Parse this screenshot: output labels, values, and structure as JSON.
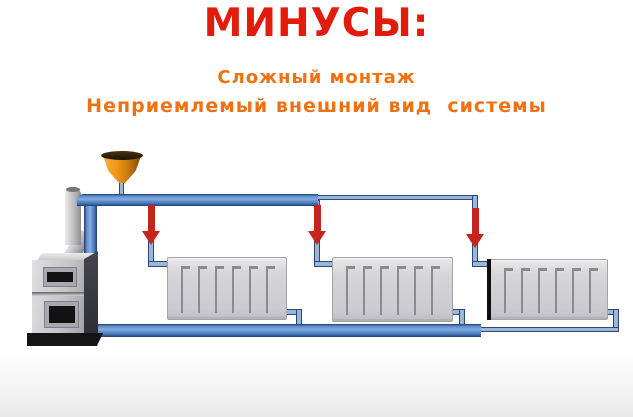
{
  "slide": {
    "title": "МИНУСЫ:",
    "title_color": "#e31b0c",
    "subtitle_color": "#ee7214",
    "subtitle_lines": [
      "Сложный монтаж",
      "Неприемлемый внешний вид  системы"
    ]
  },
  "diagram": {
    "type": "single-pipe-heating-system-scheme",
    "components": {
      "boiler": "solid-fuel boiler with chimney",
      "expansion_tank": "open expansion tank on supply pipe",
      "radiators": [
        "radiator-1",
        "radiator-2",
        "radiator-3"
      ],
      "flow_arrows_count": 3,
      "pipes": [
        "top-supply-pipe",
        "bottom-return-pipe",
        "radiator-drop-pipes"
      ]
    },
    "colors": {
      "pipe_blue": "#4476b8",
      "pipe_outline": "#1f3f70",
      "thin_pipe_blue": "#9db6d6",
      "arrow_red": "#c5251a",
      "tank_orange": "#ef9614",
      "radiator_gray": "#cfcfd3",
      "boiler_gray": "#c4c4c8",
      "boiler_base_black": "#141414"
    }
  }
}
